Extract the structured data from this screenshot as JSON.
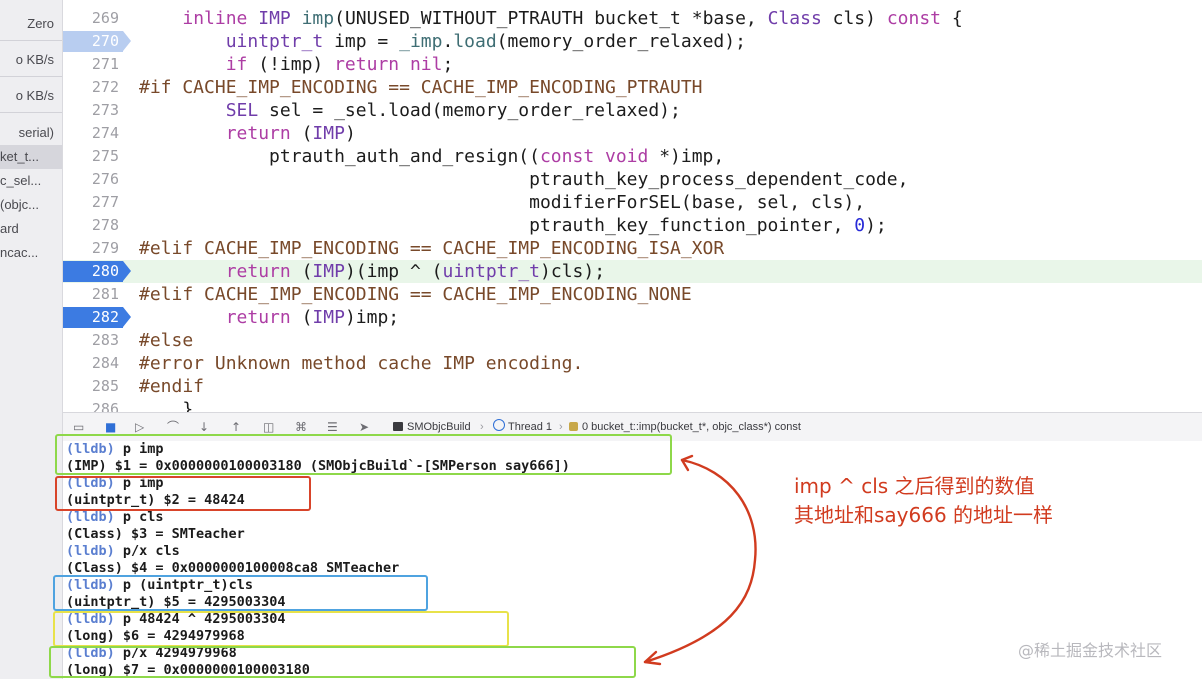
{
  "sidebar": {
    "items": [
      "Zero",
      "o KB/s",
      "o KB/s",
      "serial)",
      "ket_t...",
      "c_sel...",
      "(objc...",
      "ard",
      "ncac..."
    ]
  },
  "editor": {
    "lines": [
      {
        "n": "269",
        "html": "    <span class=\"kw\">inline</span> <span class=\"ty\">IMP</span> <span class=\"fn\">imp</span>(UNUSED_WITHOUT_PTRAUTH bucket_t *base, <span class=\"ty\">Class</span> cls) <span class=\"kw\">const</span> {"
      },
      {
        "n": "270",
        "html": "        <span class=\"ty\">uintptr_t</span> imp = <span class=\"fn\">_imp</span>.<span class=\"fn\">load</span>(memory_order_relaxed);"
      },
      {
        "n": "271",
        "html": "        <span class=\"kw\">if</span> (!imp) <span class=\"kw\">return</span> <span class=\"kw\">nil</span>;"
      },
      {
        "n": "272",
        "html": "<span class=\"pp\">#if CACHE_IMP_ENCODING == CACHE_IMP_ENCODING_PTRAUTH</span>"
      },
      {
        "n": "273",
        "html": "        <span class=\"ty\">SEL</span> sel = _sel.load(memory_order_relaxed);"
      },
      {
        "n": "274",
        "html": "        <span class=\"kw\">return</span> (<span class=\"ty\">IMP</span>)"
      },
      {
        "n": "275",
        "html": "            ptrauth_auth_and_resign((<span class=\"kw\">const</span> <span class=\"kw\">void</span> *)imp,"
      },
      {
        "n": "276",
        "html": "                                    ptrauth_key_process_dependent_code,"
      },
      {
        "n": "277",
        "html": "                                    modifierForSEL(base, sel, cls),"
      },
      {
        "n": "278",
        "html": "                                    ptrauth_key_function_pointer, <span class=\"num\">0</span>);"
      },
      {
        "n": "279",
        "html": "<span class=\"pp\">#elif CACHE_IMP_ENCODING == CACHE_IMP_ENCODING_ISA_XOR</span>"
      },
      {
        "n": "280",
        "html": "        <span class=\"kw\">return</span> (<span class=\"ty\">IMP</span>)(imp ^ (<span class=\"ty\">uintptr_t</span>)cls);"
      },
      {
        "n": "281",
        "html": "<span class=\"pp\">#elif CACHE_IMP_ENCODING == CACHE_IMP_ENCODING_NONE</span>"
      },
      {
        "n": "282",
        "html": "        <span class=\"kw\">return</span> (<span class=\"ty\">IMP</span>)imp;"
      },
      {
        "n": "283",
        "html": "<span class=\"pp\">#else</span>"
      },
      {
        "n": "284",
        "html": "<span class=\"pp\">#error Unknown method cache IMP encoding.</span>"
      },
      {
        "n": "285",
        "html": "<span class=\"pp\">#endif</span>"
      },
      {
        "n": "286",
        "html": "    }"
      }
    ]
  },
  "toolbar": {
    "target": "SMObjcBuild",
    "thread": "Thread 1",
    "frame": "0 bucket_t::imp(bucket_t*, objc_class*) const"
  },
  "console": {
    "lines": [
      {
        "p": "(lldb)",
        "t": " p imp"
      },
      {
        "p": "",
        "t": "(IMP) $1 = 0x0000000100003180 (SMObjcBuild`-[SMPerson say666])"
      },
      {
        "p": "(lldb)",
        "t": " p imp"
      },
      {
        "p": "",
        "t": "(uintptr_t) $2 = 48424"
      },
      {
        "p": "(lldb)",
        "t": " p cls"
      },
      {
        "p": "",
        "t": "(Class) $3 = SMTeacher"
      },
      {
        "p": "(lldb)",
        "t": " p/x cls"
      },
      {
        "p": "",
        "t": "(Class) $4 = 0x0000000100008ca8 SMTeacher"
      },
      {
        "p": "(lldb)",
        "t": " p (uintptr_t)cls"
      },
      {
        "p": "",
        "t": "(uintptr_t) $5 = 4295003304"
      },
      {
        "p": "(lldb)",
        "t": " p 48424 ^ 4295003304"
      },
      {
        "p": "",
        "t": "(long) $6 = 4294979968"
      },
      {
        "p": "(lldb)",
        "t": " p/x 4294979968"
      },
      {
        "p": "",
        "t": "(long) $7 = 0x0000000100003180"
      }
    ]
  },
  "annotation": {
    "line1": "imp ^ cls 之后得到的数值",
    "line2": "其地址和say666 的地址一样",
    "color": "#d13b1f"
  },
  "watermark": "@稀土掘金技术社区",
  "colors": {
    "breakpoint": "#3c7be2",
    "box_green": "#8ed84a",
    "box_red": "#d8442a",
    "box_blue": "#4fa3e0",
    "box_yellow": "#e8e24a"
  }
}
